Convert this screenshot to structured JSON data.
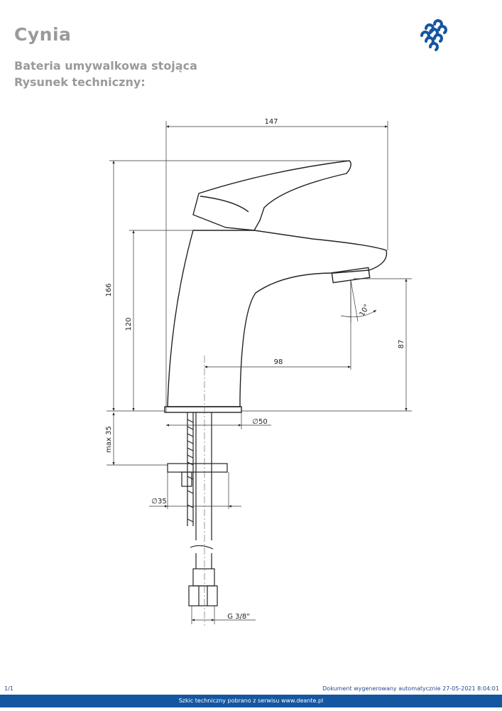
{
  "header": {
    "title": "Cynia",
    "subtitle1": "Bateria umywalkowa stojąca",
    "subtitle2": "Rysunek techniczny:"
  },
  "brand": {
    "color": "#1556a0",
    "logo_icon": "deante-logo"
  },
  "dimensions": {
    "width": "147",
    "height": "166",
    "body_height": "120",
    "spout_reach": "98",
    "spout_height": "87",
    "angle": "10°",
    "base_diameter": "∅50",
    "mount_depth": "max 35",
    "hole_diameter": "∅35",
    "connection": "G 3/8\""
  },
  "footer": {
    "page": "1/1",
    "generated": "Dokument wygenerowany automatycznie 27-05-2021 8:04:01",
    "source": "Szkic techniczny pobrano z serwisu www.deante.pl"
  }
}
